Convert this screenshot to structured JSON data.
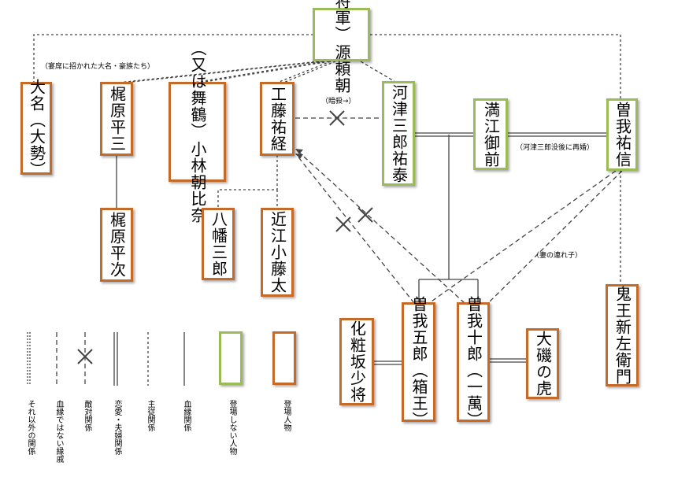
{
  "people": {
    "yoritomo": [
      "源頼朝",
      "（将軍）"
    ],
    "daimyo": "大名（大勢）",
    "kajiwara_heizo": "梶原平三",
    "kajiwara_heiji": "梶原平次",
    "kobayashi": [
      "小林朝比奈",
      "（又は舞鶴）"
    ],
    "kudo": "工藤祐経",
    "hachiman": "八幡三郎",
    "omi": "近江小藤太",
    "kawazu": "河津三郎祐泰",
    "manko": "満江御前",
    "soga_sukenobu": "曽我祐信",
    "onio": "鬼王新左衛門",
    "kewaizaka": "化粧坂少将",
    "goro": "曽我五郎（箱王）",
    "juro": "曽我十郎（一萬）",
    "ooiso": "大磯の虎"
  },
  "notes": {
    "banquet": "（宴席に招かれた大名・豪族たち）",
    "assassination": "（暗殺→）",
    "remarriage": "（河津三郎没後に再婚）",
    "stepchildren": "（妻の連れ子）"
  },
  "legend": {
    "other": "それ以外の関係",
    "non_blood": "血縁ではない縁戚",
    "enemy": "敵対関係",
    "love": "恋愛・夫婦関係",
    "master": "主従関係",
    "blood": "血縁関係",
    "absent": "登場しない人物",
    "present": "登場人物"
  },
  "colors": {
    "present_border": "#c66a2a",
    "absent_border": "#9bbb59",
    "line": "#444444"
  }
}
